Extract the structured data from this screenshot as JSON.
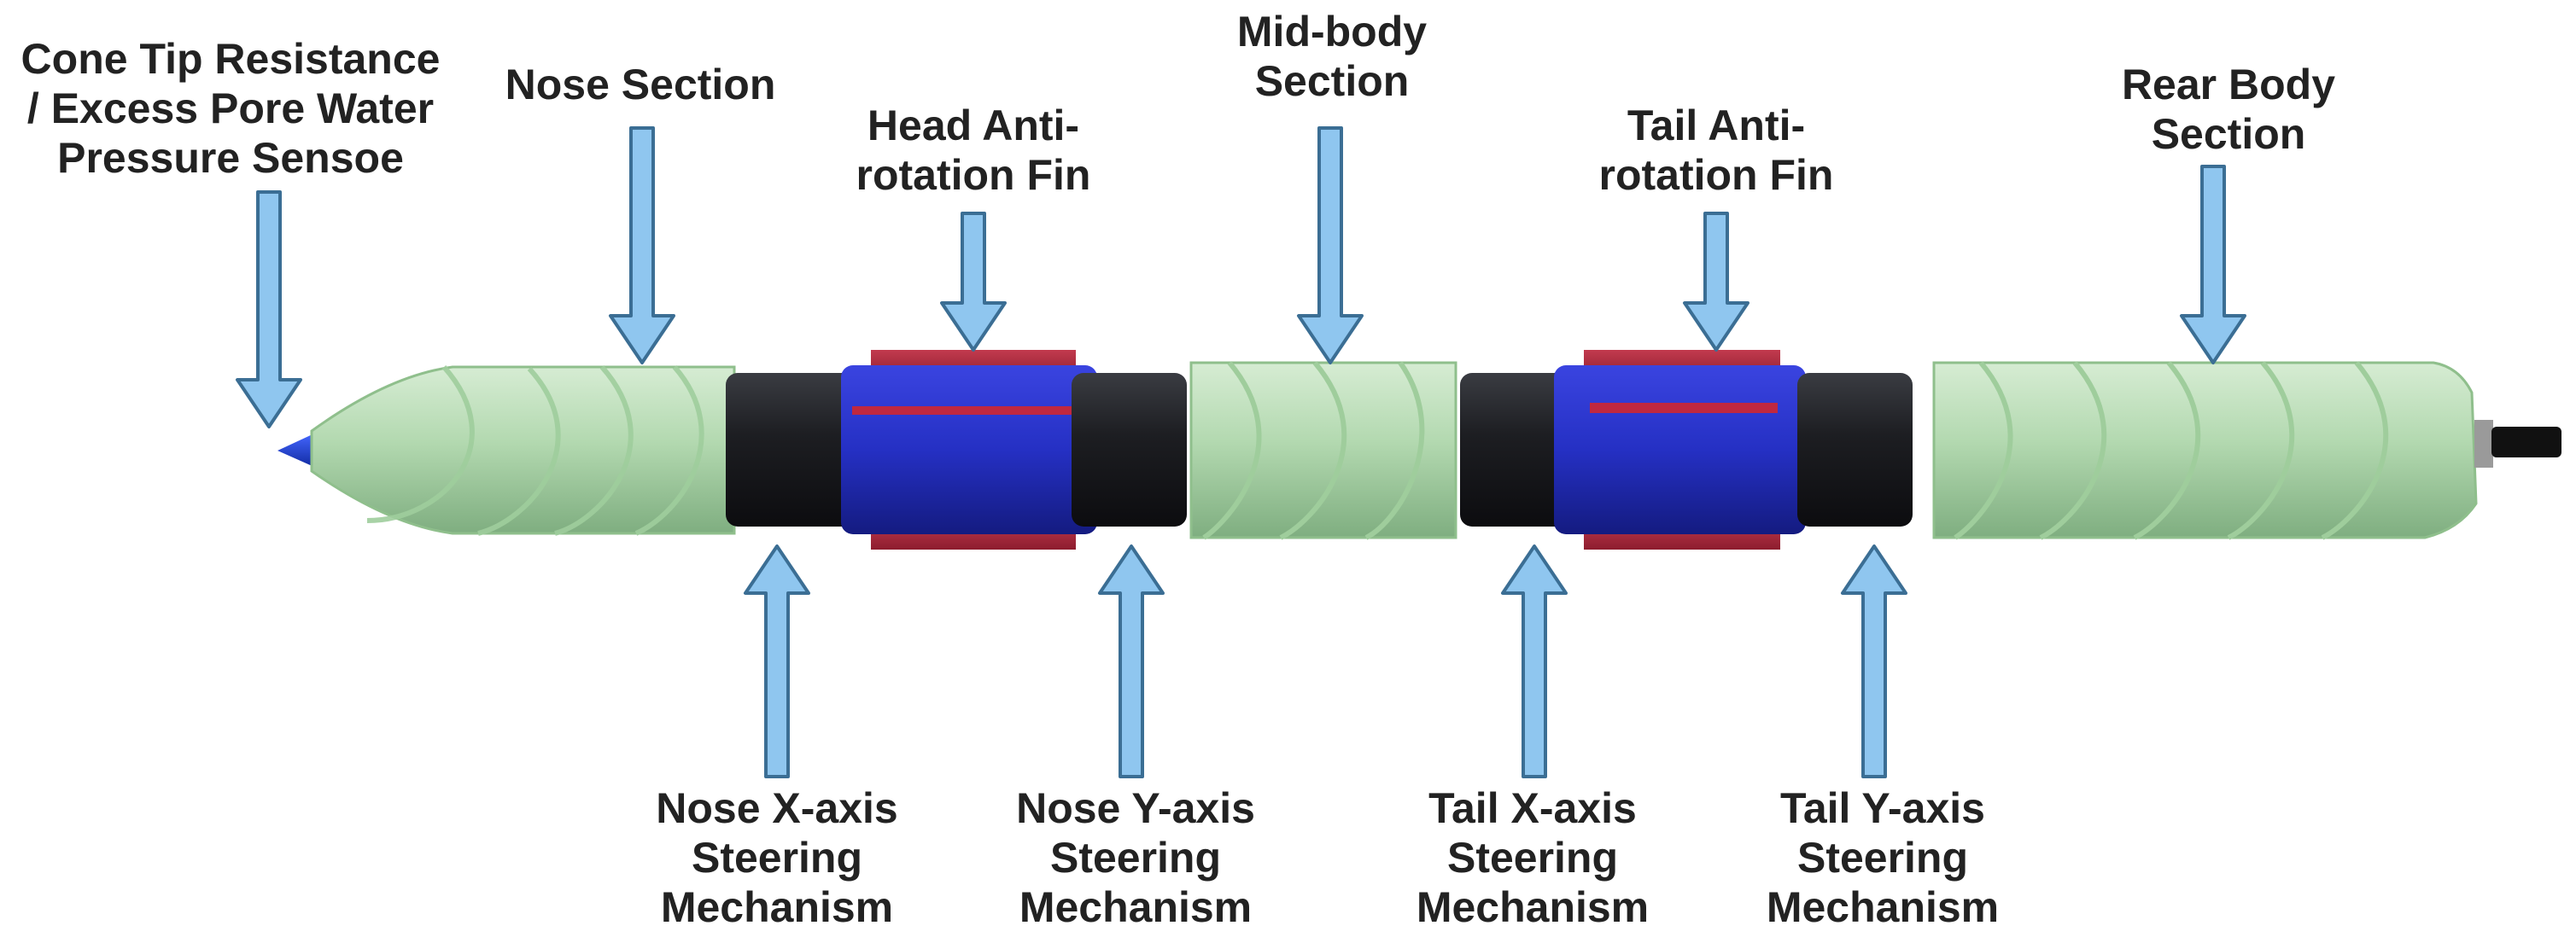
{
  "colors": {
    "arrow_fill": "#8FC6EF",
    "arrow_stroke": "#3B6E94",
    "body_green": "#B6DDB4",
    "steering_black": "#1d1e22",
    "fin_blue": "#2830C8",
    "fin_red": "#B5283E",
    "cone_tip": "#1f3fd0"
  },
  "labels": {
    "cone_tip": [
      "Cone Tip Resistance",
      "/ Excess Pore Water",
      "Pressure Sensoe"
    ],
    "nose_section": [
      "Nose Section"
    ],
    "head_fin": [
      "Head Anti-",
      "rotation Fin"
    ],
    "mid_body": [
      "Mid-body",
      "Section"
    ],
    "tail_fin": [
      "Tail Anti-",
      "rotation Fin"
    ],
    "rear_body": [
      "Rear Body",
      "Section"
    ],
    "nose_x": [
      "Nose X-axis",
      "Steering",
      "Mechanism"
    ],
    "nose_y": [
      "Nose Y-axis",
      "Steering",
      "Mechanism"
    ],
    "tail_x": [
      "Tail X-axis",
      "Steering",
      "Mechanism"
    ],
    "tail_y": [
      "Tail Y-axis",
      "Steering",
      "Mechanism"
    ]
  },
  "icons": {
    "down_arrow": "arrow-down-icon",
    "up_arrow": "arrow-up-icon"
  }
}
